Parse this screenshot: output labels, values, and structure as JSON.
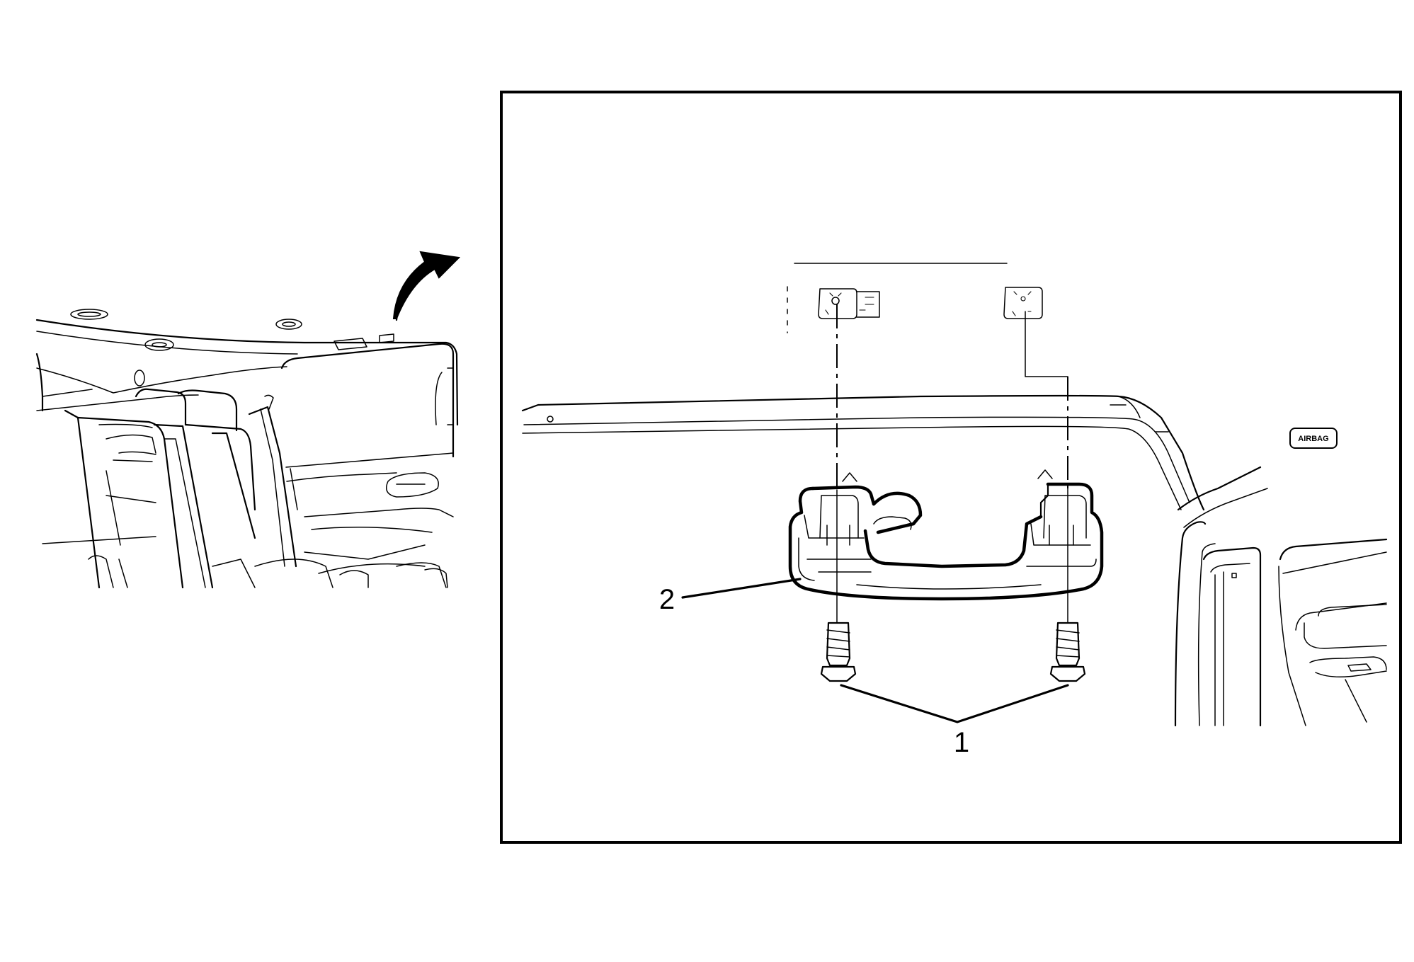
{
  "callouts": [
    {
      "label": "1"
    },
    {
      "label": "2"
    }
  ],
  "airbag_label": "AIRBAG"
}
